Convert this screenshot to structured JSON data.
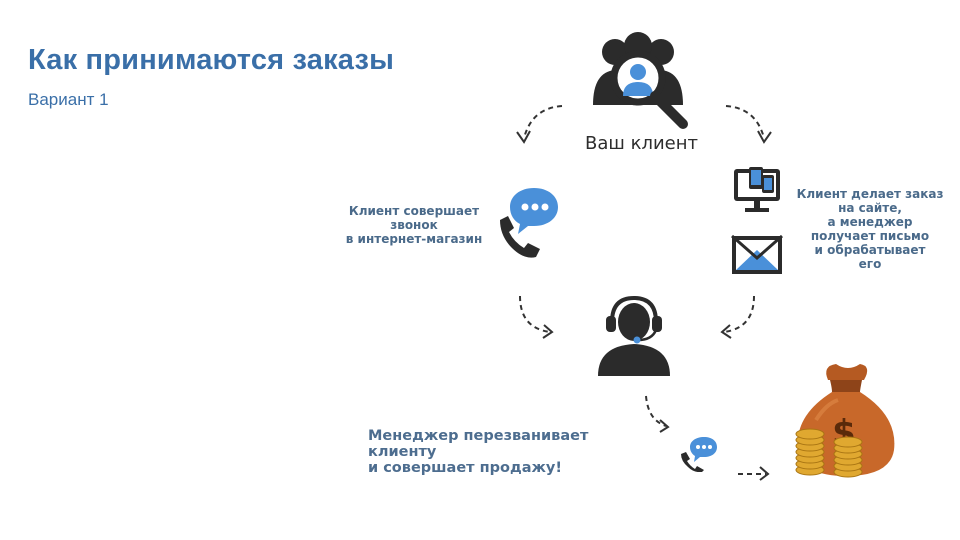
{
  "header": {
    "title": "Как принимаются заказы",
    "subtitle": "Вариант 1"
  },
  "diagram": {
    "client_label": "Ваш клиент",
    "step_call_lines": [
      "Клиент совершает",
      "звонок",
      "в интернет-магазин"
    ],
    "step_site_lines": [
      "Клиент делает заказ",
      "на сайте,",
      "а менеджер",
      "получает письмо",
      "и обрабатывает",
      "его"
    ],
    "step_manager_lines": [
      "Менеджер перезванивает",
      "клиенту",
      "и совершает продажу!"
    ],
    "money_symbol": "$"
  },
  "colors": {
    "title": "#3a6fa8",
    "icon_dark": "#2b2b2b",
    "icon_blue": "#4a90d9",
    "bag": "#c8682a",
    "coins": "#e0a830"
  },
  "icons": [
    "client-search-icon",
    "chat-phone-icon",
    "computer-devices-icon",
    "envelope-icon",
    "operator-headset-icon",
    "small-chat-phone-icon",
    "money-bag-icon"
  ]
}
